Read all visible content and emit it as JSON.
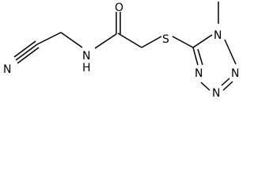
{
  "molecule": {
    "atoms": {
      "nitrile_n": "N",
      "amide_nh": "N",
      "amide_h": "H",
      "carbonyl_o": "O",
      "thioether_s": "S",
      "tetrazole_n1": "N",
      "tetrazole_n2": "N",
      "tetrazole_n3": "N",
      "tetrazole_n4": "N"
    }
  }
}
